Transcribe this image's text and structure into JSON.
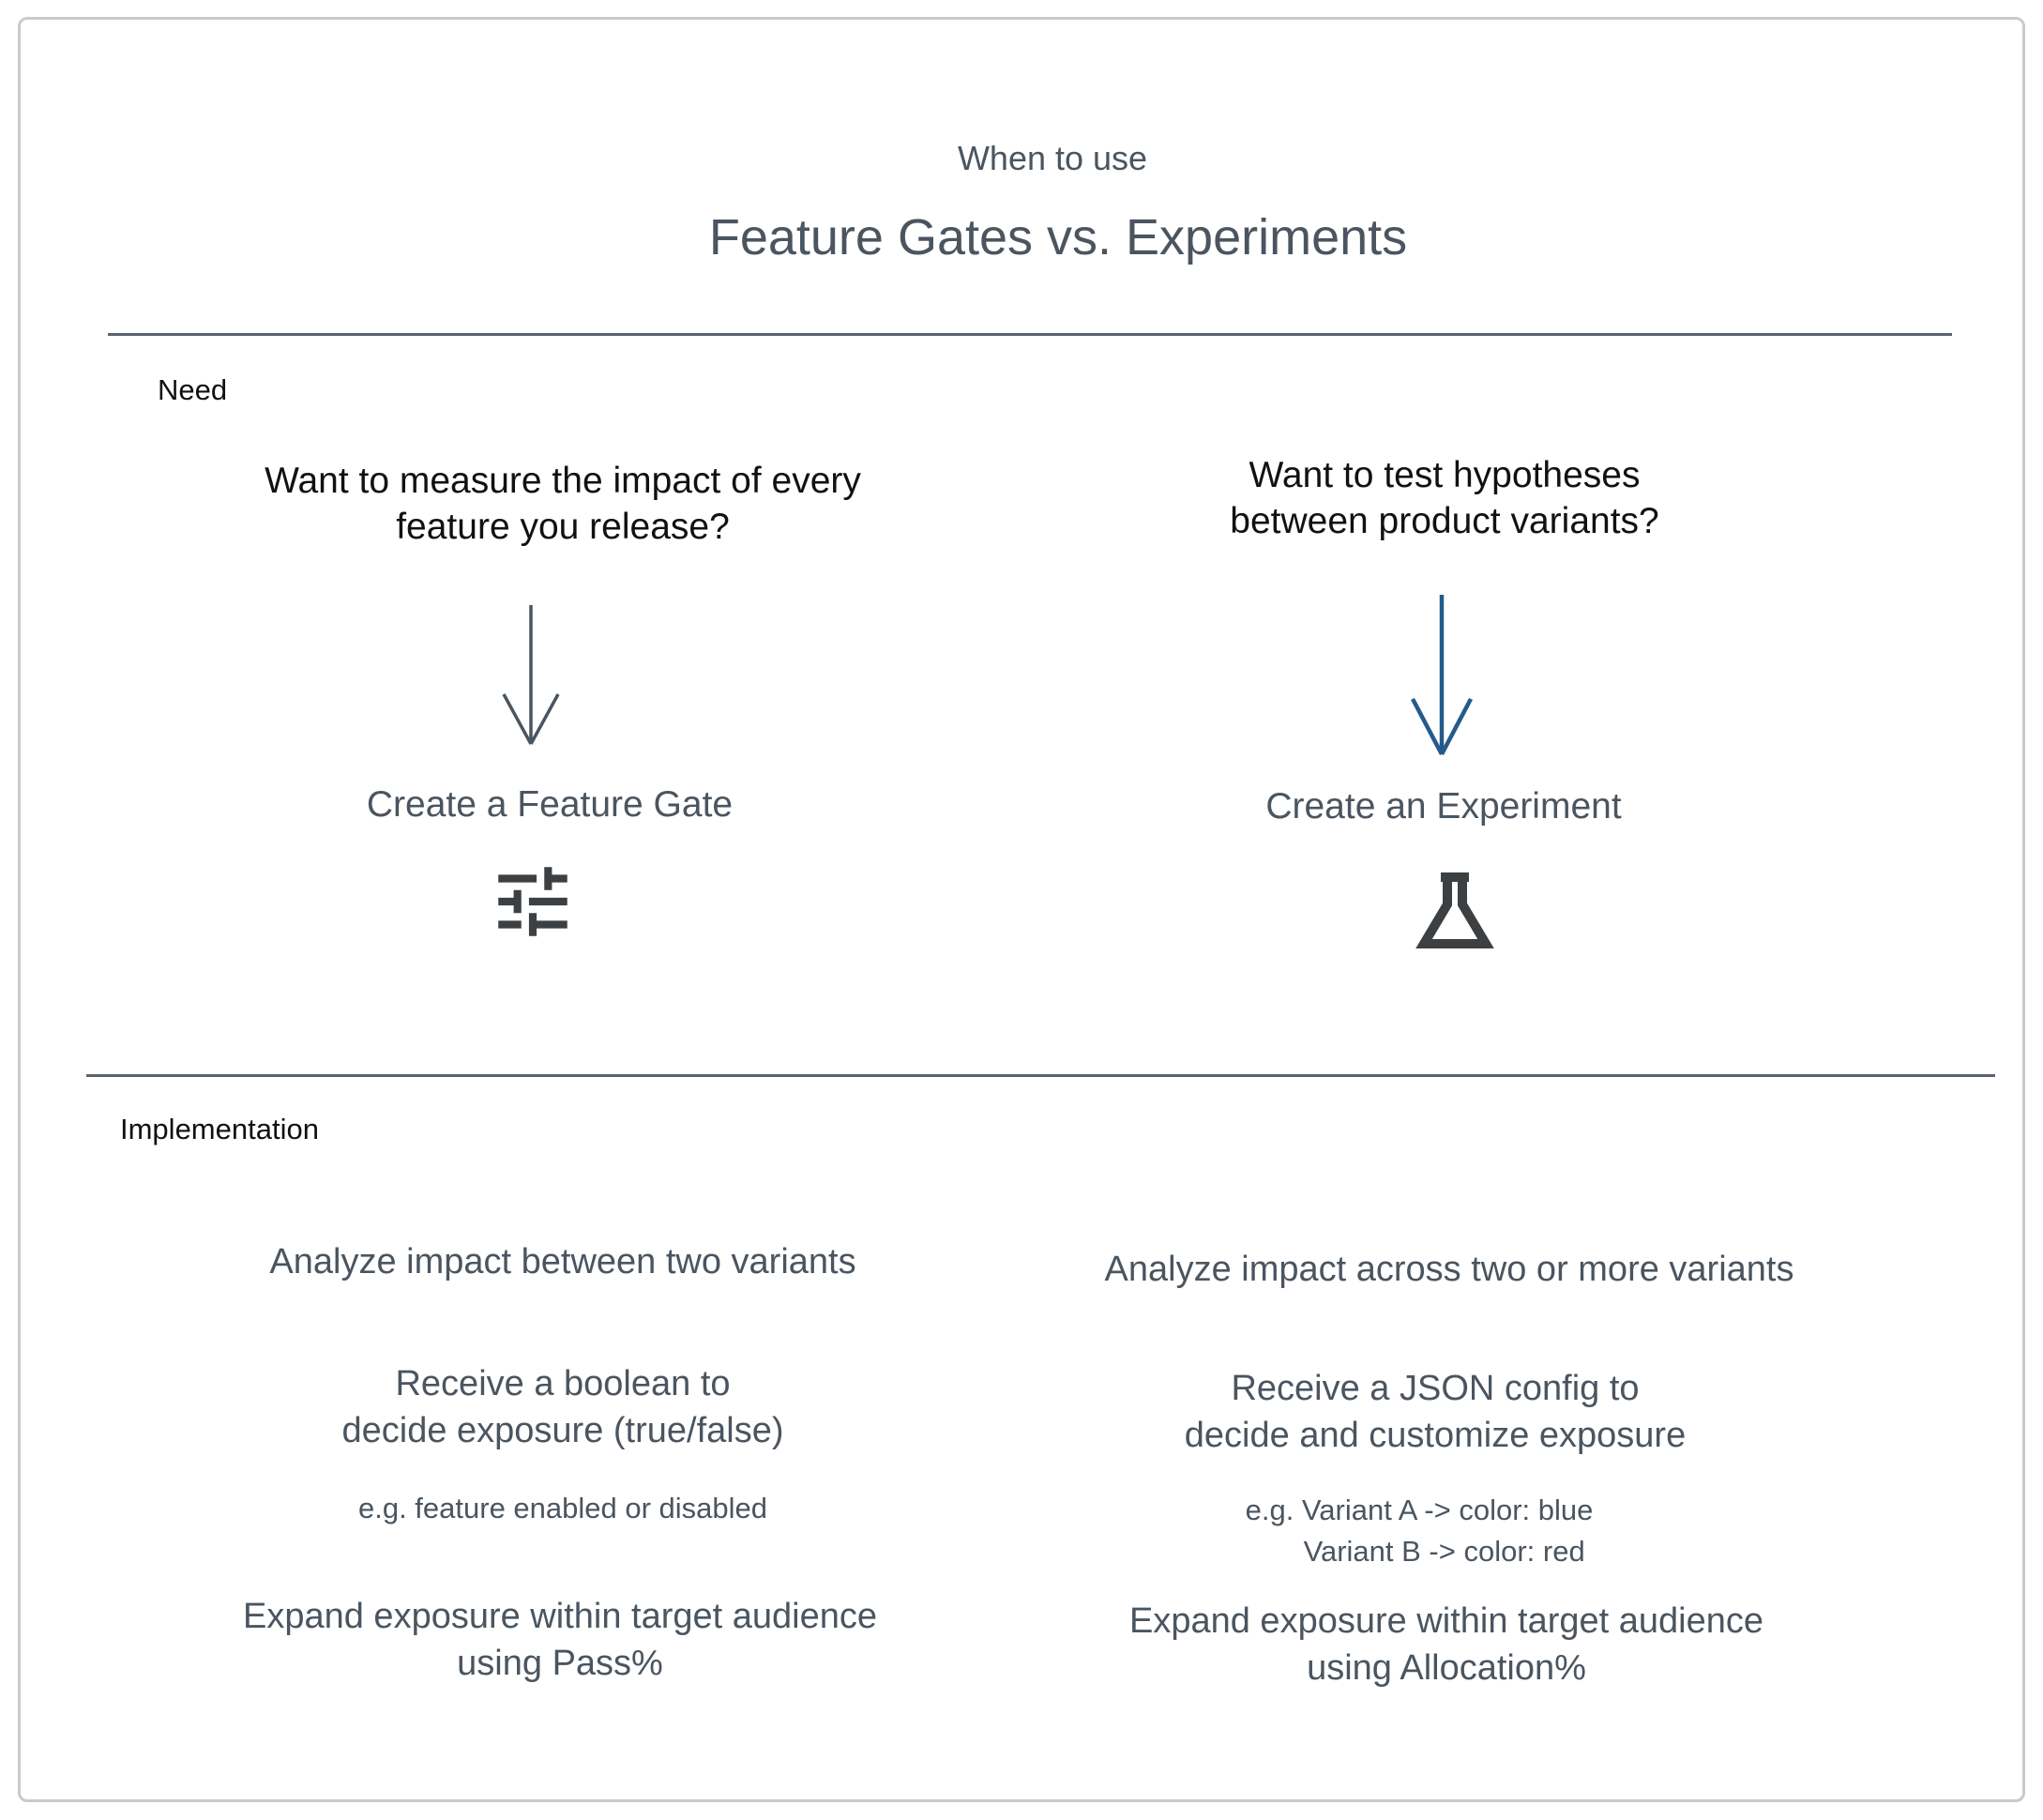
{
  "header": {
    "eyebrow": "When to use",
    "title": "Feature Gates vs. Experiments"
  },
  "need": {
    "label": "Need",
    "left": {
      "question_line1": "Want to measure the impact of every",
      "question_line2": "feature you release?",
      "action": "Create a Feature Gate",
      "icon": "tune-sliders-icon"
    },
    "right": {
      "question_line1": "Want to test hypotheses",
      "question_line2": "between product variants?",
      "action": "Create an Experiment",
      "icon": "flask-icon"
    }
  },
  "implementation": {
    "label": "Implementation",
    "left": {
      "row1": "Analyze impact between two variants",
      "row2_line1": "Receive a boolean to",
      "row2_line2": "decide exposure (true/false)",
      "row2_example": "e.g. feature enabled or disabled",
      "row3_line1": "Expand exposure within target audience",
      "row3_line2": "using Pass%"
    },
    "right": {
      "row1": "Analyze impact across two or more variants",
      "row2_line1": "Receive a JSON config to",
      "row2_line2": "decide and customize exposure",
      "row2_example_line1": "e.g. Variant A -> color: blue",
      "row2_example_line2": "Variant B -> color: red",
      "row3_line1": "Expand exposure within target audience",
      "row3_line2": "using Allocation%"
    }
  },
  "colors": {
    "text_black": "#0f1112",
    "text_slate": "#4a5560",
    "divider": "#5a646e",
    "arrow_gray": "#4a5560",
    "arrow_blue": "#255a8c",
    "icon": "#3c4043",
    "frame_border": "#cacaca"
  }
}
